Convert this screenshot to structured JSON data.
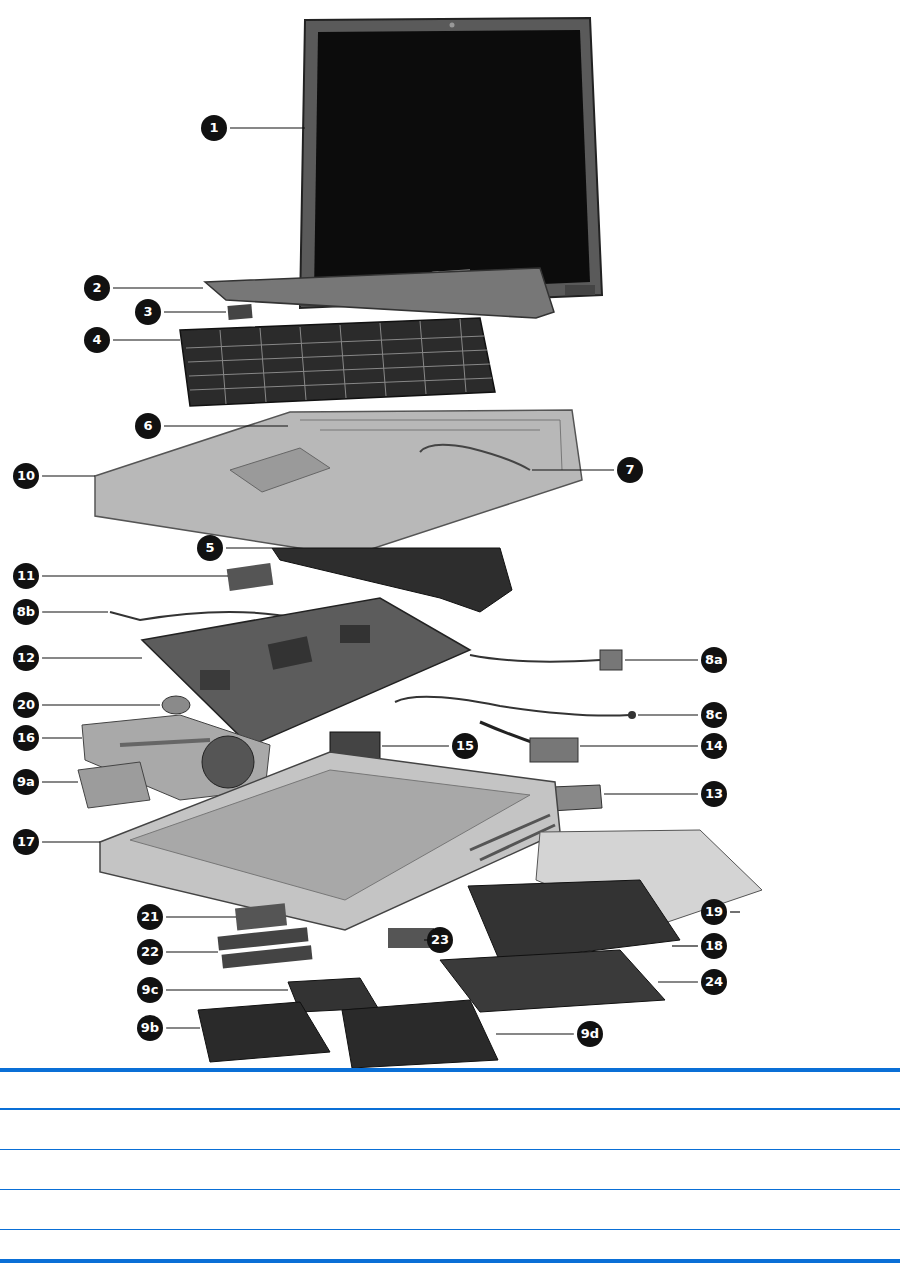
{
  "diagram": {
    "labels": [
      "1",
      "2",
      "3",
      "4",
      "6",
      "10",
      "7",
      "5",
      "11",
      "8b",
      "12",
      "8a",
      "20",
      "8c",
      "16",
      "15",
      "14",
      "9a",
      "13",
      "17",
      "19",
      "21",
      "23",
      "18",
      "22",
      "24",
      "9c",
      "9b",
      "9d"
    ]
  }
}
